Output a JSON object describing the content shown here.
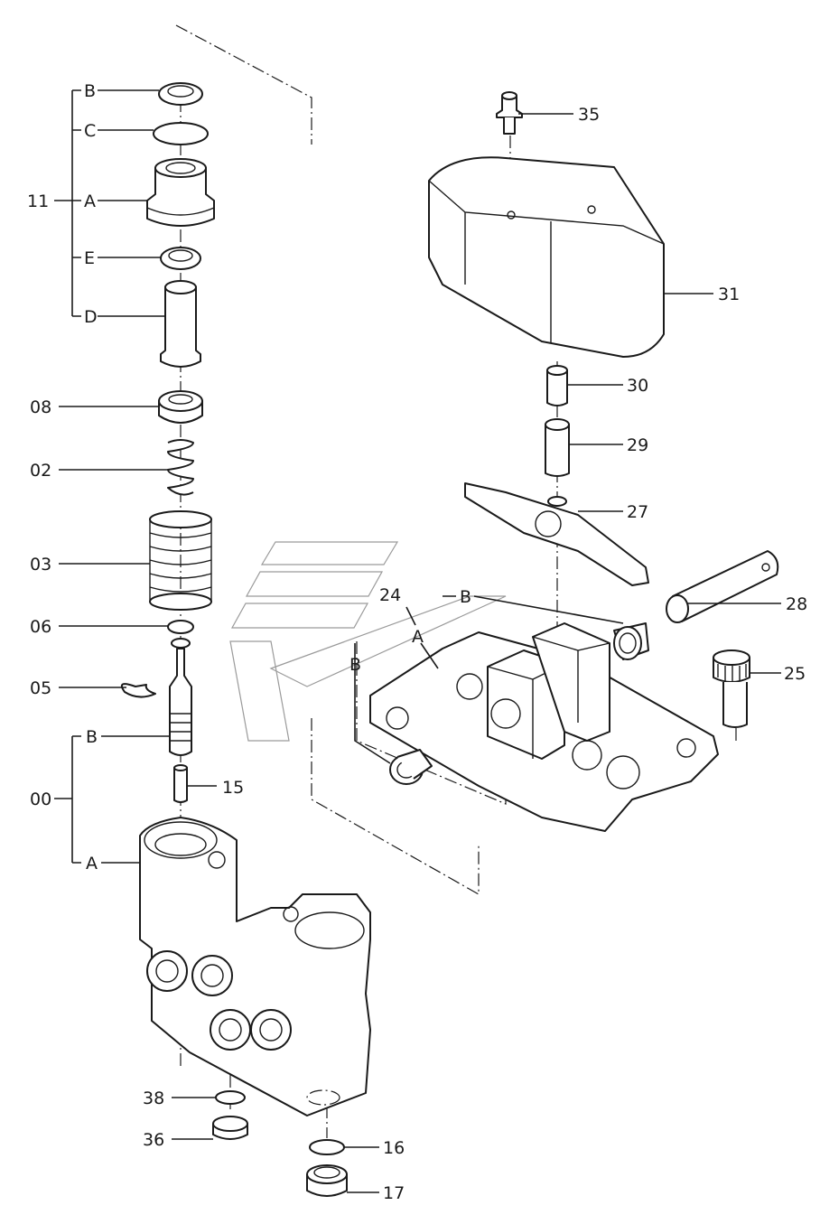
{
  "labels": {
    "B_top": "B",
    "C": "C",
    "11": "11",
    "A_top": "A",
    "E": "E",
    "D": "D",
    "08": "08",
    "02": "02",
    "03": "03",
    "06": "06",
    "05": "05",
    "B_mid": "B",
    "00": "00",
    "15": "15",
    "A_mid": "A",
    "38": "38",
    "36": "36",
    "16": "16",
    "17": "17",
    "35": "35",
    "31": "31",
    "30": "30",
    "29": "29",
    "27": "27",
    "24": "24",
    "B_24": "B",
    "A_24": "A",
    "B_left": "B",
    "28": "28",
    "25": "25"
  },
  "icons": {
    "watermark": "parts-logo-watermark"
  }
}
